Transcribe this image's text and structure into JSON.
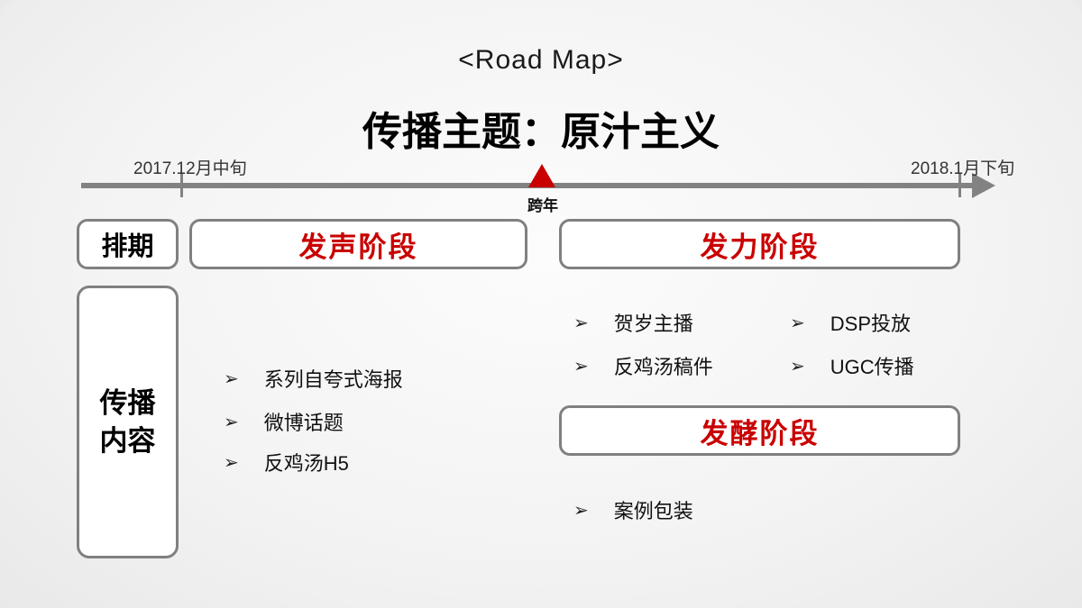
{
  "header": {
    "subtitle": "<Road Map>",
    "title": "传播主题：原汁主义"
  },
  "timeline": {
    "start_label": "2017.12月中旬",
    "end_label": "2018.1月下旬",
    "marker_label": "跨年"
  },
  "rows": {
    "schedule_label": "排期",
    "content_label_line1": "传播",
    "content_label_line2": "内容"
  },
  "stages": {
    "stage1": "发声阶段",
    "stage2": "发力阶段",
    "stage3": "发酵阶段"
  },
  "bullets": {
    "glyph": "➢",
    "stage1": [
      "系列自夸式海报",
      "微博话题",
      "反鸡汤H5"
    ],
    "stage2_col1": [
      "贺岁主播",
      "反鸡汤稿件"
    ],
    "stage2_col2": [
      "DSP投放",
      "UGC传播"
    ],
    "stage3": [
      "案例包装"
    ]
  },
  "colors": {
    "accent_red": "#c90000",
    "line_gray": "#828282",
    "border_gray": "#808080"
  }
}
